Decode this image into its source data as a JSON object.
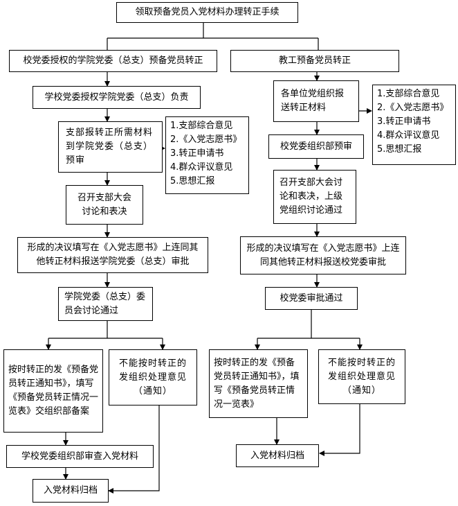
{
  "top": "领取预备党员入党材料办理转正手续",
  "left": {
    "title": "校党委授权的学院党委（总支）预备党员转正",
    "s1": "学校党委授权学院党委（总支）负责",
    "s2": "支部报转正所需材料到学院党委（总支）预审",
    "materials": [
      "1.支部综合意见",
      "2.《入党志愿书》",
      "3.转正申请书",
      "4.群众评议意见",
      "5.思想汇报"
    ],
    "s3": "召开支部大会讨论和表决",
    "s4": "形成的决议填写在《入党志愿书》上连同其他转正材料报送学院党委（总支）审批",
    "s5": "学院党委（总支）委员会讨论通过",
    "yes": "按时转正的发《预备党员转正通知书》，填写《预备党员转正情况一览表》交组织部备案",
    "no": "不能按时转正的发组织处理意见（通知）",
    "review": "学校党委组织部审查入党材料",
    "archive": "入党材料归档"
  },
  "right": {
    "title": "教工预备党员转正",
    "s1": "各单位党组织报送转正材料",
    "materials": [
      "1.支部综合意见",
      "2.《入党志愿书》",
      "3.转正申请书",
      "4.群众评议意见",
      "5.思想汇报"
    ],
    "s2": "校党委组织部预审",
    "s3": "召开支部大会讨论和表决，上级党组织讨论通过",
    "s4": "形成的决议填写在《入党志愿书》上连同其他转正材料报送校党委审批",
    "s5": "校党委审批通过",
    "yes": "按时转正的发《预备党员转正通知书》，填写《预备党员转正情况一览表》",
    "no": "不能按时转正的发组织处理意见（通知）",
    "archive": "入党材料归档"
  }
}
